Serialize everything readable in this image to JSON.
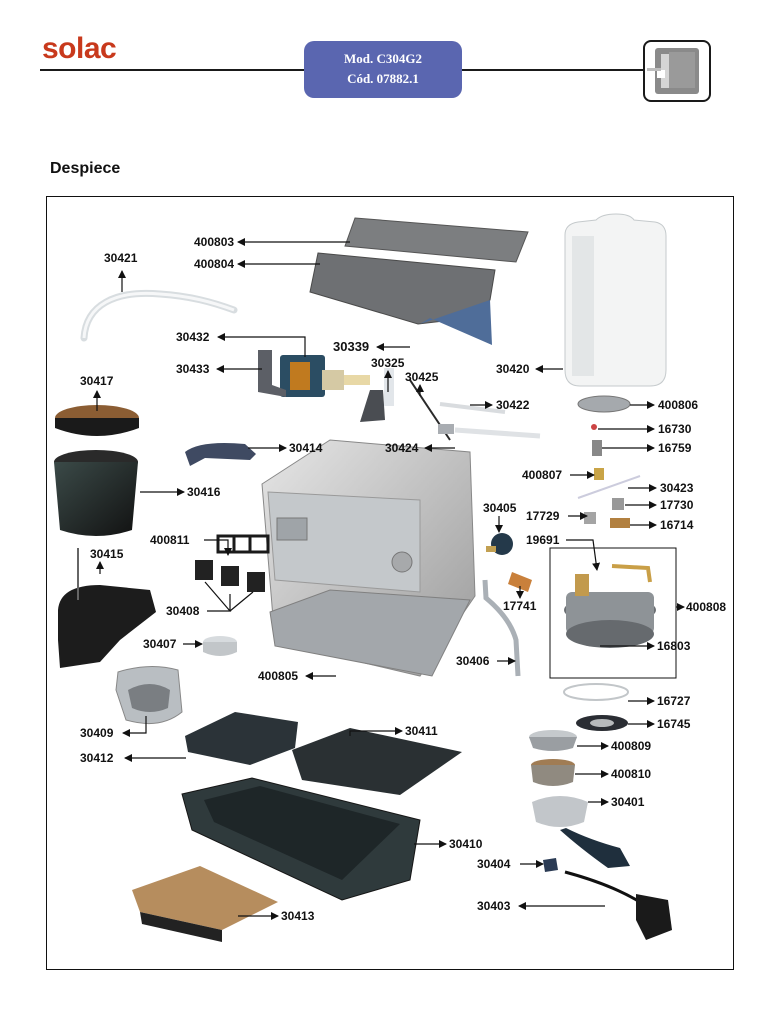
{
  "header": {
    "brand": "solac",
    "model": "Mod. C304G2",
    "code": "Cód. 07882.1",
    "icon": "coffee-machine-icon",
    "brand_color": "#c8391c",
    "badge_color": "#5a66b0"
  },
  "section": {
    "title": "Despiece"
  },
  "parts": {
    "p400803": "400803",
    "p400804": "400804",
    "p30421": "30421",
    "p30432": "30432",
    "p30433": "30433",
    "p30339": "30339",
    "p30325": "30325",
    "p30425": "30425",
    "p30420": "30420",
    "p30417": "30417",
    "p30422": "30422",
    "p400806": "400806",
    "p16730": "16730",
    "p16759": "16759",
    "p30414": "30414",
    "p30424": "30424",
    "p30416": "30416",
    "p400807": "400807",
    "p30423": "30423",
    "p30405": "30405",
    "p17730": "17730",
    "p17729": "17729",
    "p16714": "16714",
    "p400811": "400811",
    "p19691": "19691",
    "p30415": "30415",
    "p400808": "400808",
    "p30408": "30408",
    "p17741": "17741",
    "p30407": "30407",
    "p16803": "16803",
    "p30406": "30406",
    "p400805": "400805",
    "p16727": "16727",
    "p30409": "30409",
    "p30411": "30411",
    "p16745": "16745",
    "p30412": "30412",
    "p400809": "400809",
    "p400810": "400810",
    "p30401": "30401",
    "p30410": "30410",
    "p30404": "30404",
    "p30403": "30403",
    "p30413": "30413"
  }
}
